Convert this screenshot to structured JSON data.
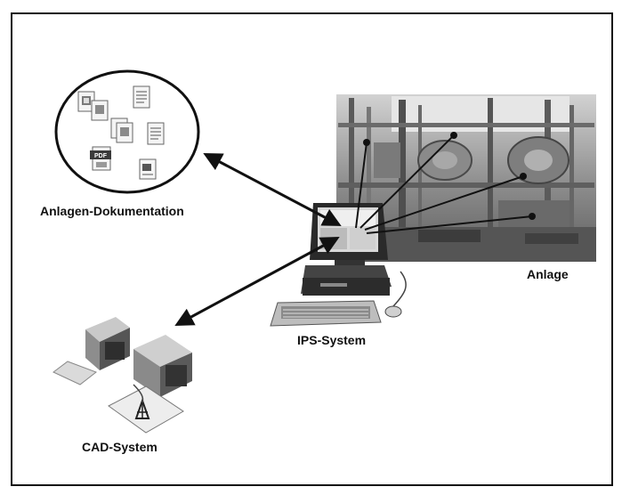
{
  "labels": {
    "documentation": "Anlagen-Dokumentation",
    "plant": "Anlage",
    "ips": "IPS-System",
    "cad": "CAD-System"
  },
  "doc_icons": {
    "pdf_tag": "PDF"
  },
  "colors": {
    "line": "#111111",
    "photo_dark": "#6e6e6e",
    "photo_light": "#bdbdbd"
  }
}
